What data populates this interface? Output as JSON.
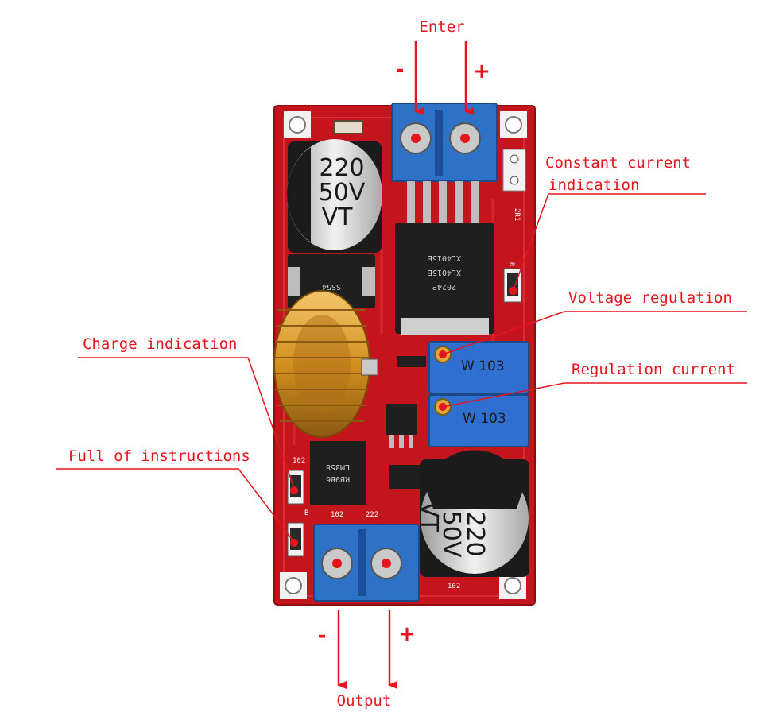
{
  "labels": {
    "input": "Enter",
    "input_minus": "-",
    "input_plus": "+",
    "constant_current_line1": "Constant current",
    "constant_current_line2": "indication",
    "voltage_regulation": "Voltage regulation",
    "regulation_current": "Regulation current",
    "charge_indication": "Charge indication",
    "full_of_instructions": "Full of instructions",
    "output": "Output",
    "output_minus": "-",
    "output_plus": "+"
  },
  "board": {
    "capacitor_top": {
      "line1": "220",
      "line2": "50V",
      "line3": "VT"
    },
    "capacitor_bottom": {
      "line1": "220",
      "line2": "50V",
      "line3": "VT"
    },
    "pot_top": "W 103",
    "pot_bottom": "W 103",
    "diode_label": "SS54",
    "chip_lines": [
      "XL4015E",
      "XL4015E",
      "2024P"
    ],
    "opamp_lines": [
      "LM358",
      "RB9B6"
    ],
    "silk_r": "R",
    "silk_b": "B",
    "silk_102a": "102",
    "silk_102b": "102",
    "silk_102c": "102",
    "silk_222": "222",
    "silk_2r1": "2R1"
  },
  "colors": {
    "accent": "#e8141c",
    "pcb": "#c4141c",
    "terminal": "#2e72c8",
    "pot": "#2f6fd0",
    "coil": "#e0a030",
    "background": "#ffffff"
  }
}
